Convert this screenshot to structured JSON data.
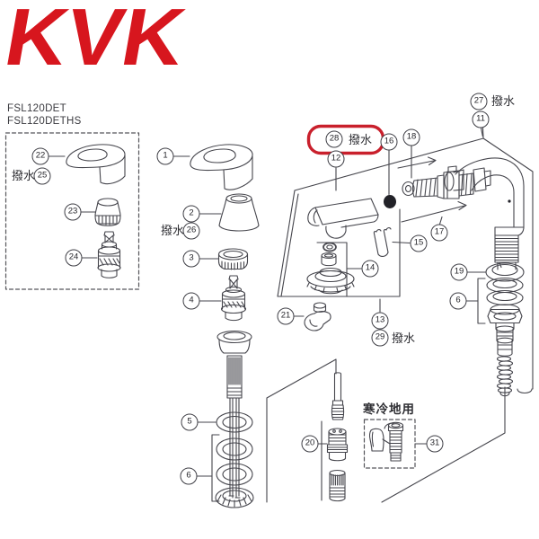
{
  "brand": {
    "logo_text": "KVK"
  },
  "models": {
    "line1": "FSL120DET",
    "line2": "FSL120DETHS"
  },
  "labels": {
    "water_repellent": "撥水",
    "cold_region": "寒冷地用"
  },
  "callouts": {
    "n1": "1",
    "n2": "2",
    "n3": "3",
    "n4": "4",
    "n5": "5",
    "n6": "6",
    "n11": "11",
    "n12": "12",
    "n13": "13",
    "n14": "14",
    "n15": "15",
    "n16": "16",
    "n17": "17",
    "n18": "18",
    "n19": "19",
    "n20": "20",
    "n21": "21",
    "n22": "22",
    "n23": "23",
    "n24": "24",
    "n25": "25",
    "n26": "26",
    "n27": "27",
    "n28": "28",
    "n29": "29",
    "n31": "31"
  },
  "highlight": {
    "highlighted_callout": "28"
  },
  "colors": {
    "brand_red": "#d7161e",
    "highlight_red": "#c9202c",
    "line": "#45454c",
    "text": "#2e2e33"
  }
}
